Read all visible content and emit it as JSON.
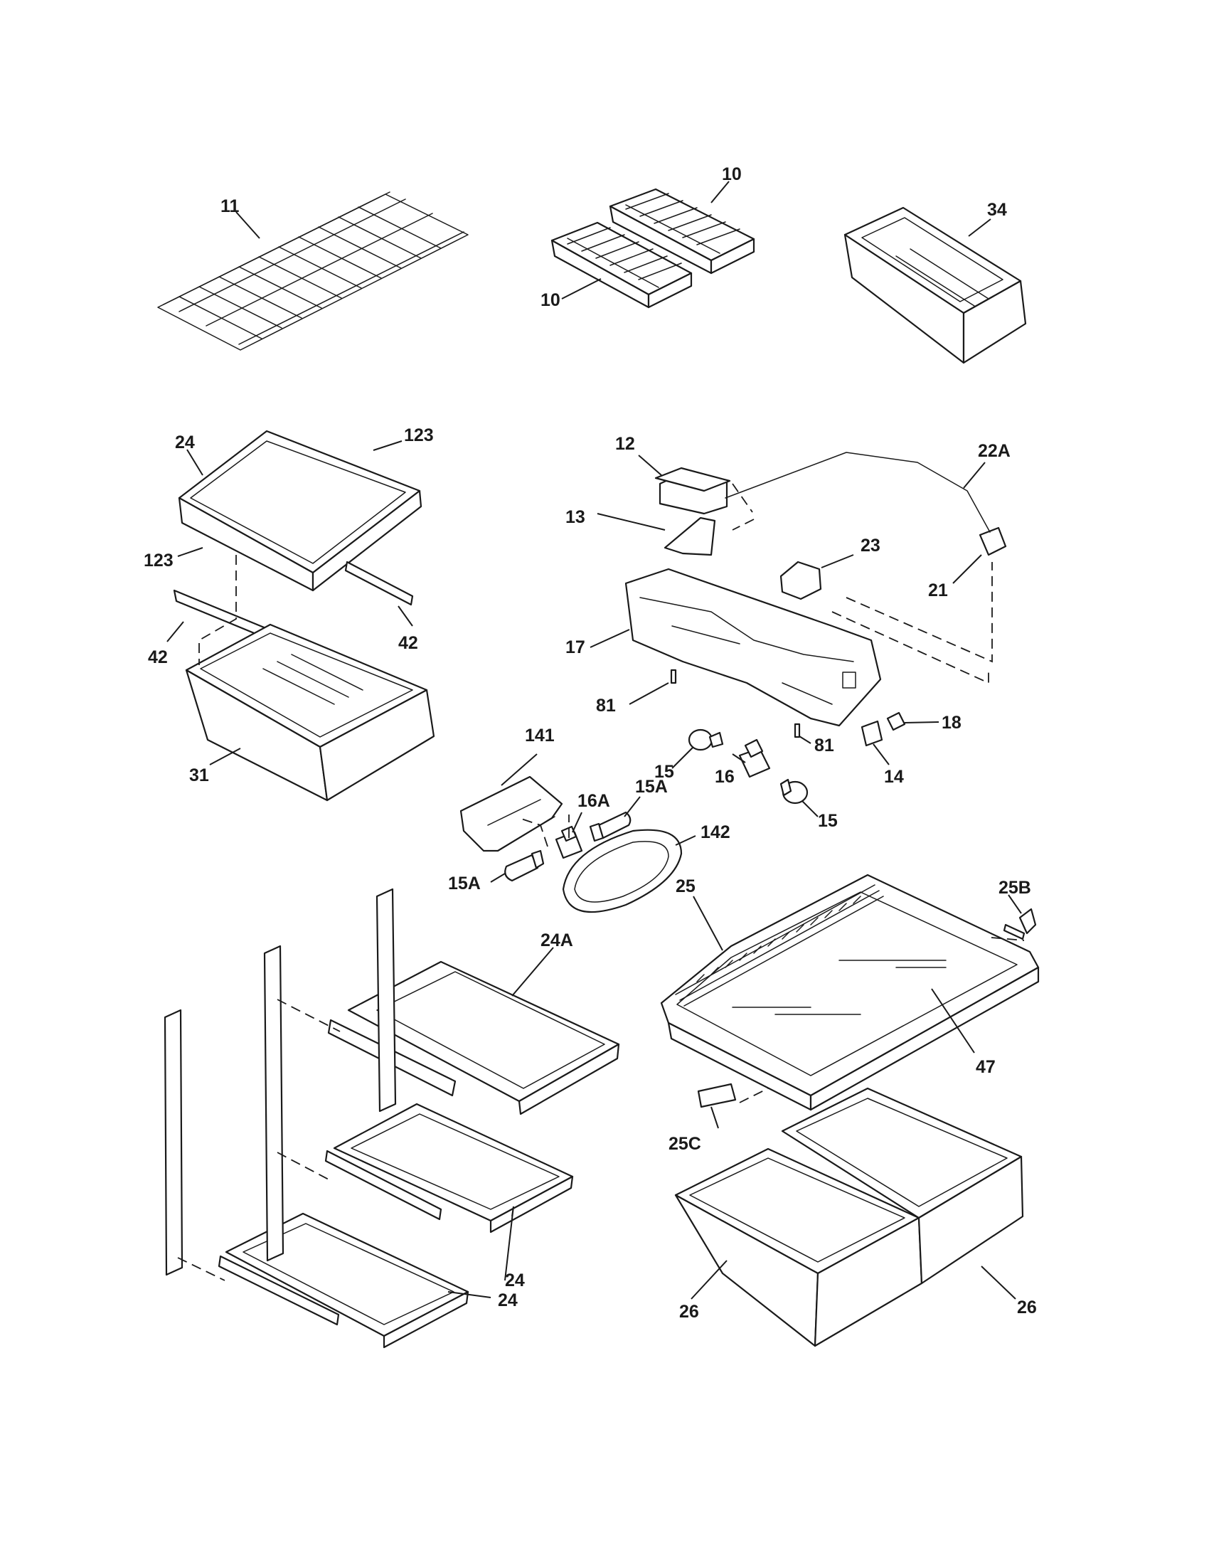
{
  "diagram": {
    "type": "exploded parts diagram",
    "callouts": [
      "11",
      "10",
      "10",
      "34",
      "24",
      "123",
      "123",
      "42",
      "42",
      "31",
      "12",
      "22A",
      "13",
      "23",
      "21",
      "17",
      "81",
      "18",
      "81",
      "15",
      "16",
      "14",
      "15",
      "141",
      "16A",
      "15A",
      "142",
      "15A",
      "25",
      "25B",
      "24A",
      "47",
      "25C",
      "24",
      "26",
      "24",
      "26"
    ]
  }
}
